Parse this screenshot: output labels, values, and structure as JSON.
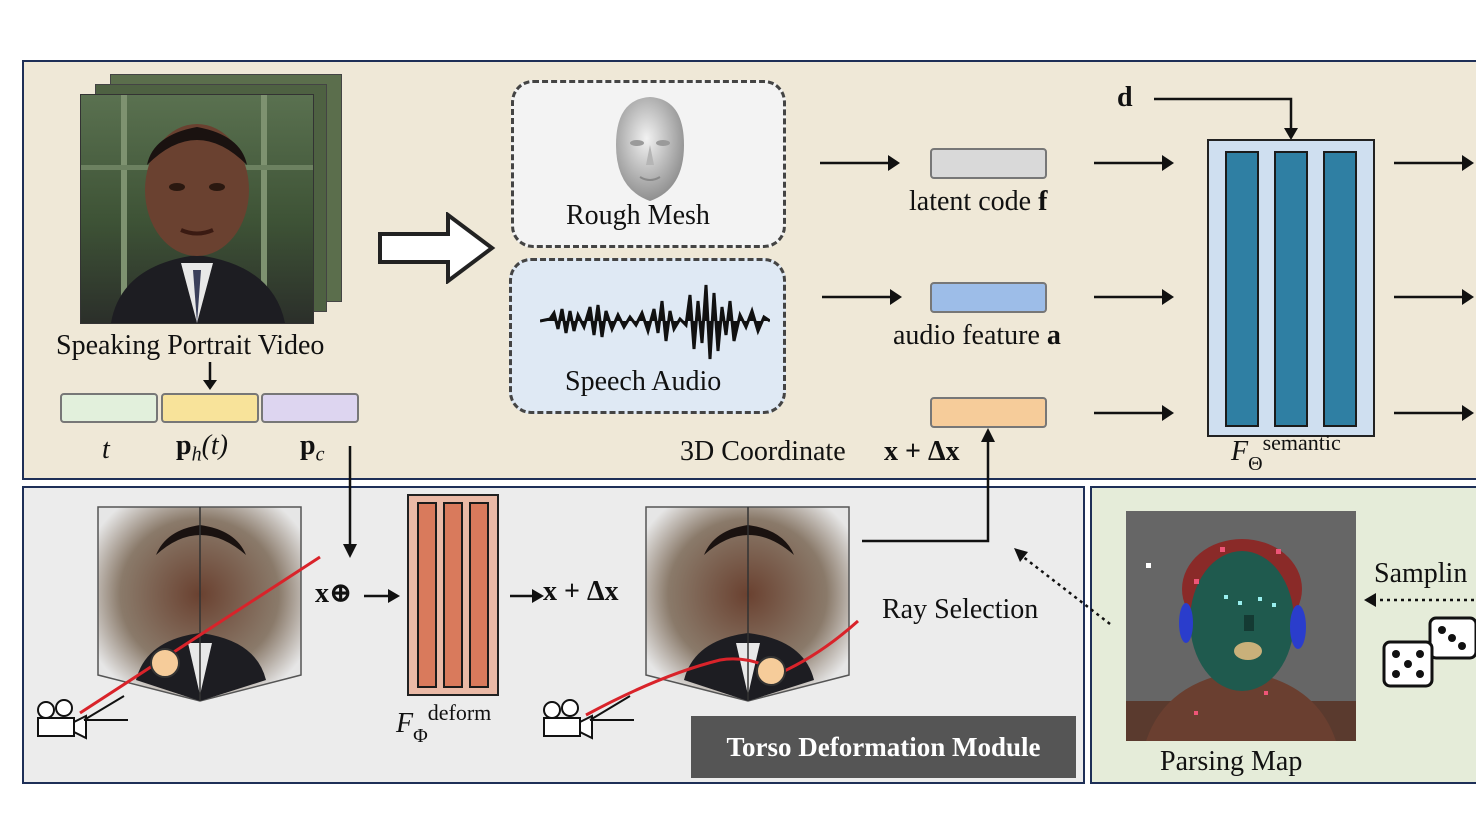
{
  "top": {
    "video_label": "Speaking Portrait Video",
    "rough_mesh_label": "Rough Mesh",
    "speech_audio_label": "Speech Audio",
    "latent_code_label": "latent code ",
    "latent_code_sym": "f",
    "audio_feature_label": "audio feature ",
    "audio_feature_sym": "a",
    "coord_label": "3D Coordinate",
    "coord_expr": "x + Δx",
    "dir_sym": "d",
    "net_semantic_base": "F",
    "net_semantic_sub": "Θ",
    "net_semantic_sup": "semantic",
    "pose_t": "t",
    "pose_ph": "p",
    "pose_ph_sub": "h",
    "pose_ph_arg": "(t)",
    "pose_pc": "p",
    "pose_pc_sub": "c"
  },
  "bottom_left": {
    "x_plus_op": "x⊕",
    "x_result": "x + Δx",
    "net_deform_base": "F",
    "net_deform_sub": "Φ",
    "net_deform_sup": "deform",
    "ray_selection_label": "Ray Selection",
    "module_label": "Torso Deformation Module"
  },
  "bottom_right": {
    "sampling_label": "Samplin",
    "parsing_map_label": "Parsing Map"
  },
  "colors": {
    "panel_top": "#efe8d7",
    "panel_bottom_left": "#ececec",
    "panel_bottom_right": "#e5ecd9",
    "border": "#1e2f57",
    "net_semantic_bar": "#2f7fa3",
    "net_deform_bar": "#d97a5c",
    "pose_t": "#e2f0dc",
    "pose_ph": "#f8e39a",
    "pose_pc": "#ddd5f0",
    "latent_pill": "#d9d9d9",
    "audio_pill": "#9dbde8",
    "coord_pill": "#f6cc9a",
    "ray": "#d9232a"
  }
}
